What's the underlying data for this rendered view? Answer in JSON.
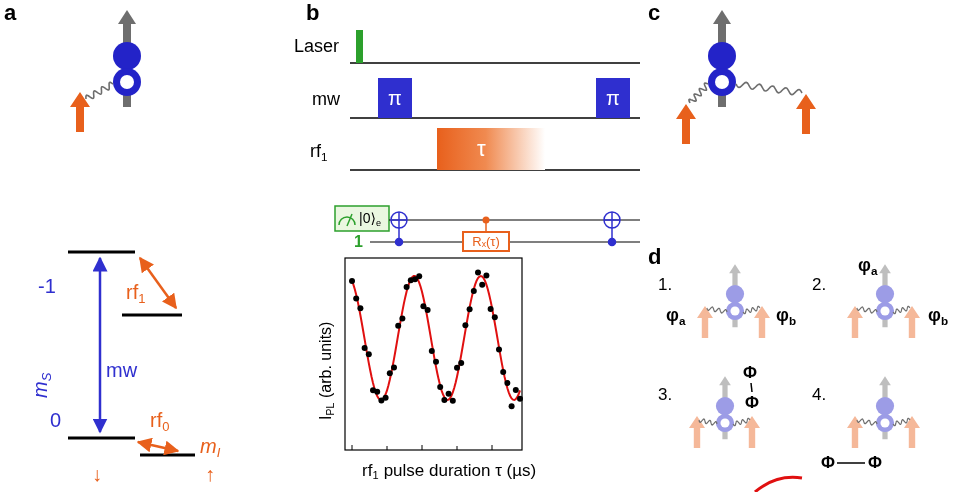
{
  "diagram": {
    "nodes": [
      {
        "text": [
          "π"
        ]
      },
      {
        "text": [
          "τ"
        ]
      },
      {
        "text": [
          "π"
        ]
      },
      {
        "text": [
          "Rₓ(τ)"
        ]
      }
    ],
    "labels": [
      "a",
      "b",
      "c",
      "d",
      "-1",
      "0",
      "m",
      "S",
      "mw",
      "rf",
      "1",
      "rf",
      "0",
      "m",
      "I",
      "↓",
      "↑",
      "Laser",
      "mw",
      "rf",
      "1",
      "|0⟩",
      "e",
      "1",
      "I",
      "PL",
      "(arb. units)",
      "rf",
      "1",
      "pulse duration τ (µs)",
      "1.",
      "φ",
      "a",
      "φ",
      "b",
      "2.",
      "φ",
      "a",
      "φ",
      "b",
      "3.",
      "Φ",
      "Φ",
      "4.",
      "Φ",
      "Φ"
    ]
  }
}
